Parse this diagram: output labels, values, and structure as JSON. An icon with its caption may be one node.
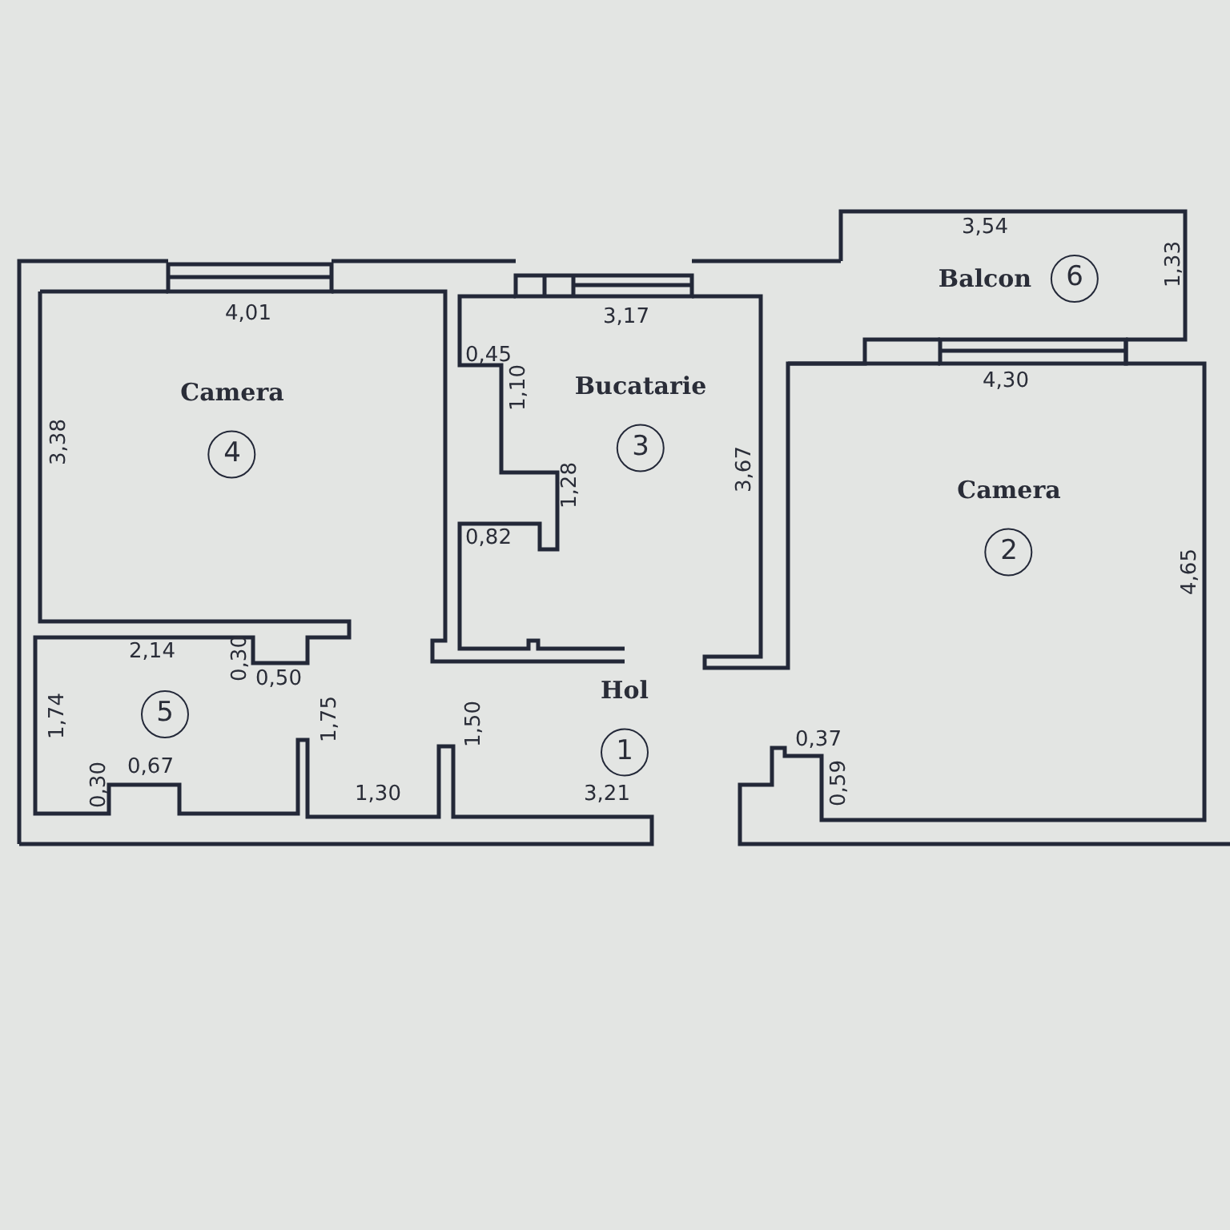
{
  "diagram": {
    "nodes": [
      {
        "text": [
          "Camera",
          "4"
        ]
      },
      {
        "text": [
          "Bucatarie",
          "3"
        ]
      },
      {
        "text": [
          "Balcon",
          "6"
        ]
      },
      {
        "text": [
          "Camera",
          "2"
        ]
      },
      {
        "text": [
          "5"
        ]
      },
      {
        "text": [
          "Hol",
          "1"
        ]
      }
    ],
    "labels": [
      "3,54",
      "4,01",
      "3,17",
      "1,33",
      "0,45",
      "4,30",
      "1,10",
      "3,38",
      "1,28",
      "3,67",
      "4,65",
      "0,82",
      "2,14",
      "0,30",
      "0,50",
      "1,74",
      "1,75",
      "1,50",
      "0,37",
      "0,30",
      "0,67",
      "0,59",
      "1,30",
      "3,21"
    ]
  }
}
